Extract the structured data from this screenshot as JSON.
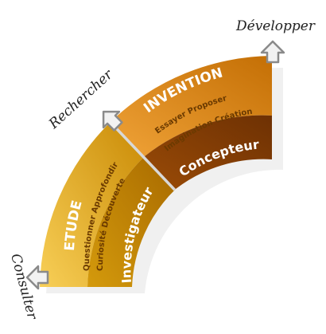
{
  "stages": [
    {
      "title": "ETUDE",
      "subtitle_line1": "Questionner Approfondir",
      "subtitle_line2": "Curiosité Découverte",
      "role": "Investigateur",
      "color": "#e3a11a"
    },
    {
      "title": "INVENTION",
      "subtitle_line1": "Essayer Proposer",
      "subtitle_line2": "Imagination Création",
      "role": "Concepteur",
      "color": "#d98a0e"
    }
  ],
  "milestones": [
    {
      "label": "Consulter",
      "icon": "arrow-up-icon"
    },
    {
      "label": "Rechercher",
      "icon": "arrow-up-icon"
    },
    {
      "label": "Développer",
      "icon": "arrow-up-icon"
    }
  ],
  "colors": {
    "etude_light": "#f6c64a",
    "etude_dark": "#c98a05",
    "invention_light": "#f2a53b",
    "invention_dark": "#b45f00",
    "role_band_etude": "#a86a00",
    "role_band_invention": "#7a3b05",
    "arrow_fill": "#f2f2f2",
    "arrow_stroke": "#8a8a8a"
  }
}
